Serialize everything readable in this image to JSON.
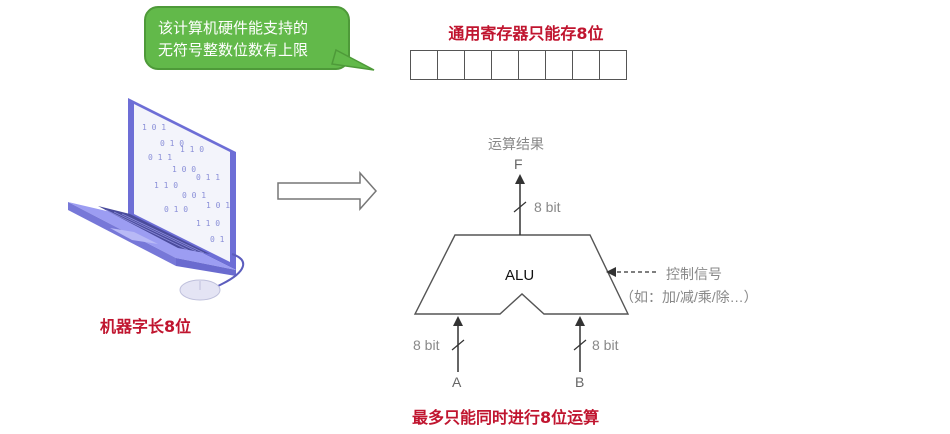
{
  "bubble": {
    "line1": "该计算机硬件能支持的",
    "line2": "无符号整数位数有上限"
  },
  "register": {
    "title": "通用寄存器只能存8位",
    "cells": 8
  },
  "laptop": {
    "caption": "机器字长8位"
  },
  "alu": {
    "result_label": "运算结果",
    "output_name": "F",
    "output_bits": "8 bit",
    "unit_label": "ALU",
    "control_label": "控制信号",
    "control_detail": "（如：加/减/乘/除…）",
    "input_a_name": "A",
    "input_a_bits": "8 bit",
    "input_b_name": "B",
    "input_b_bits": "8 bit",
    "caption": "最多只能同时进行8位运算"
  },
  "colors": {
    "caption_red": "#c0152f",
    "bubble_green": "#62b94a",
    "laptop_purple": "#8f8ff0"
  }
}
